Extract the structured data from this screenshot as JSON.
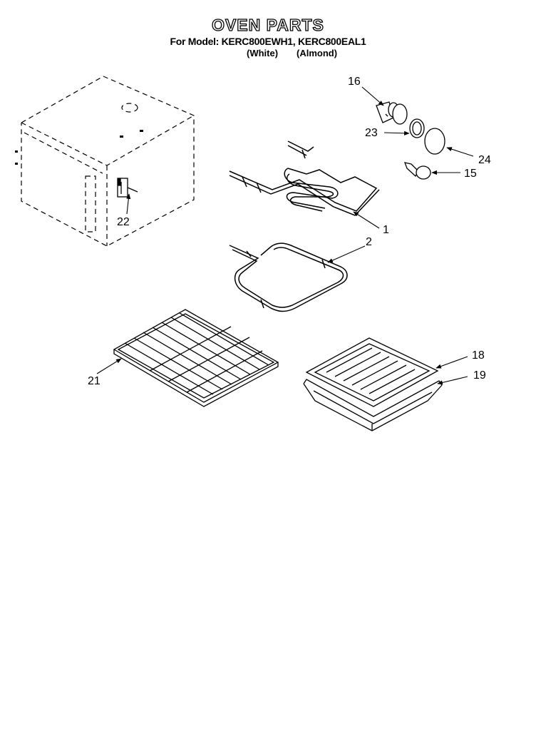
{
  "header": {
    "title": "OVEN PARTS",
    "model_line": "For Model: KERC800EWH1, KERC800EAL1",
    "variant_white": "(White)",
    "variant_almond": "(Almond)"
  },
  "callouts": {
    "c16": "16",
    "c23": "23",
    "c24": "24",
    "c15": "15",
    "c1": "1",
    "c2": "2",
    "c22": "22",
    "c21": "21",
    "c18": "18",
    "c19": "19"
  }
}
